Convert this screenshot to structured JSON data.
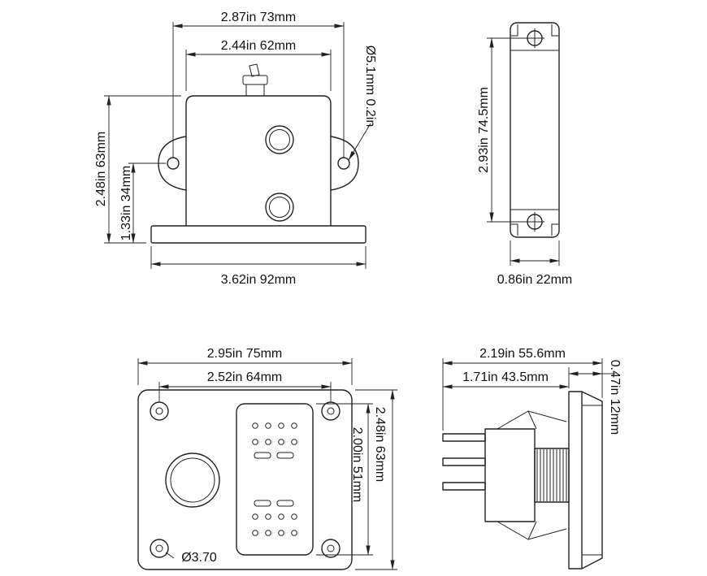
{
  "drawing": {
    "background": "#ffffff",
    "line_color": "#222222",
    "views": {
      "bracket_front": {
        "dims": {
          "ear_span": "2.87in 73mm",
          "body_width": "2.44in 62mm",
          "hole_dia": "Ø5.1mm 0.2in",
          "total_height": "2.48in 63mm",
          "hole_height": "1.33in 34mm",
          "base_width": "3.62in 92mm"
        }
      },
      "bracket_side": {
        "dims": {
          "height": "2.93in 74.5mm",
          "depth": "0.86in 22mm"
        }
      },
      "panel_front": {
        "dims": {
          "width": "2.95in 75mm",
          "screw_spacing": "2.52in 64mm",
          "height": "2.48in 63mm",
          "cutout_height": "2.00in 51mm",
          "screw_hole_dia": "Ø3.70"
        }
      },
      "switch_side": {
        "dims": {
          "total_depth": "2.19in 55.6mm",
          "behind_panel_depth": "1.71in 43.5mm",
          "bezel_depth": "0.47in 12mm"
        }
      }
    }
  }
}
